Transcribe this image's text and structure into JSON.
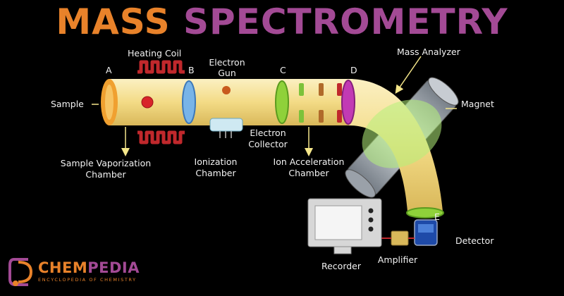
{
  "title": {
    "word1": "MASS",
    "word2": "SPECTROMETRY"
  },
  "points": {
    "a": "A",
    "b": "B",
    "c": "C",
    "d": "D",
    "e": "E"
  },
  "labels": {
    "heating_coil": "Heating Coil",
    "electron_gun_1": "Electron",
    "electron_gun_2": "Gun",
    "mass_analyzer": "Mass Analyzer",
    "sample": "Sample",
    "magnet": "Magnet",
    "electron_collector_1": "Electron",
    "electron_collector_2": "Collector",
    "sample_vaporization_1": "Sample Vaporization",
    "sample_vaporization_2": "Chamber",
    "ionization_1": "Ionization",
    "ionization_2": "Chamber",
    "ion_acceleration_1": "Ion Acceleration",
    "ion_acceleration_2": "Chamber",
    "detector": "Detector",
    "recorder": "Recorder",
    "amplifier": "Amplifier"
  },
  "logo": {
    "part1": "CHEM",
    "part2": "PEDIA",
    "tagline": "ENCYCLOPEDIA OF CHEMISTRY"
  },
  "colors": {
    "title_orange": "#e8822a",
    "title_purple": "#a34a95",
    "tube": "#f3db86",
    "ring_orange": "#f0a030",
    "ring_blue": "#78b4e8",
    "ring_green": "#8fd13a",
    "ring_magenta": "#c23ab4",
    "coil_red": "#c0282c",
    "arrow_yellow": "#f5e68a"
  }
}
